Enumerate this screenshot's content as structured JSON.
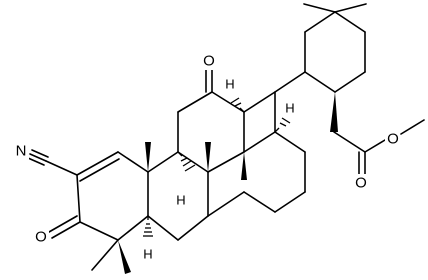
{
  "atom_labels": {
    "n_cyano": "N",
    "o_ketone_ring_c": "O",
    "o_ketone_ring_a": "O",
    "o_ester_ether": "O",
    "o_ester_carbonyl": "O",
    "h_stereo_1": "H",
    "h_stereo_2": "H",
    "h_stereo_3": "H",
    "h_stereo_4": "H"
  },
  "colors": {
    "bond": "#000000",
    "background": "#ffffff"
  }
}
